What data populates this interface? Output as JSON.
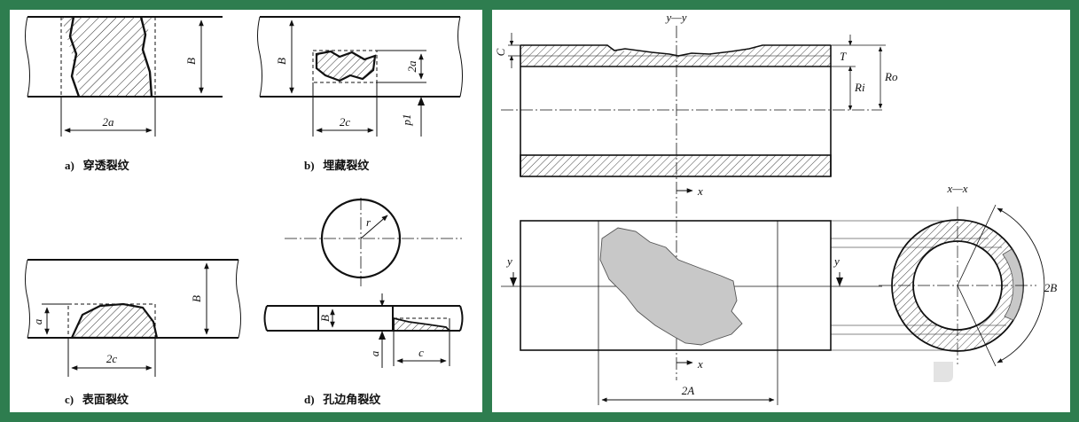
{
  "left_figure": {
    "a": {
      "caption": "a)   穿透裂纹",
      "label_B": "B",
      "label_width": "2a"
    },
    "b": {
      "caption": "b)   埋藏裂纹",
      "label_B": "B",
      "label_height": "2a",
      "label_width": "2c",
      "label_p": "p1"
    },
    "c": {
      "caption": "c)   表面裂纹",
      "label_B": "B",
      "label_a": "a",
      "label_width": "2c"
    },
    "d": {
      "caption": "d)   孔边角裂纹",
      "label_r": "r",
      "label_B": "B",
      "label_a": "a",
      "label_c": "c"
    }
  },
  "right_figure": {
    "section_yy": "y—y",
    "section_xx": "x—x",
    "label_C": "C",
    "label_T": "T",
    "label_Ri": "Ri",
    "label_Ro": "Ro",
    "label_x": "x",
    "label_y": "y",
    "label_2A": "2A",
    "label_2B": "2B"
  },
  "colors": {
    "frame": "#2e7d4f",
    "crack_fill": "#c8c8c8"
  }
}
